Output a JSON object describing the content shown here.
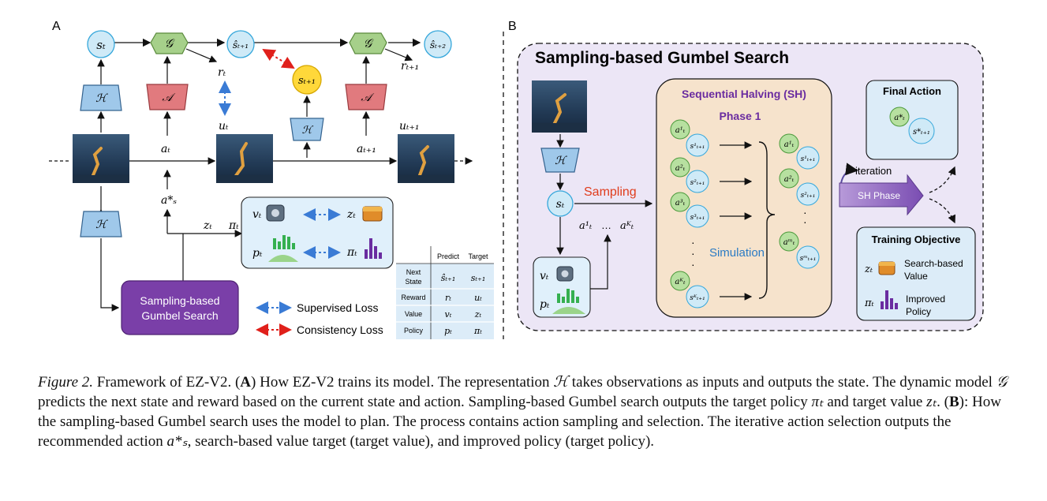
{
  "panel_a": {
    "letter": "A",
    "nodes": {
      "s_t": "sₜ",
      "s_hat_t1": "ŝₜ₊₁",
      "s_hat_t2": "ŝₜ₊₂",
      "s_t1": "sₜ₊₁",
      "G": "𝒢",
      "H": "ℋ",
      "A": "𝒜"
    },
    "labels": {
      "r_t": "rₜ",
      "r_t1": "rₜ₊₁",
      "u_t": "uₜ",
      "u_t1": "uₜ₊₁",
      "a_t": "aₜ",
      "a_t1": "aₜ₊₁",
      "a_s_star": "a*ₛ",
      "z_t": "zₜ",
      "pi_t": "πₜ"
    },
    "pair_box": {
      "v_t": "vₜ",
      "z_t": "zₜ",
      "p_t": "pₜ",
      "pi_t": "πₜ"
    },
    "search_box": [
      "Sampling-based",
      "Gumbel Search"
    ],
    "legend": {
      "supervised": "Supervised Loss",
      "consistency": "Consistency Loss",
      "supervised_color": "#3a7bd5",
      "consistency_color": "#e0201b"
    },
    "table": {
      "headers": [
        "",
        "Predict",
        "Target"
      ],
      "rows": [
        {
          "name": [
            "Next",
            "State"
          ],
          "predict": "ŝₜ₊₁",
          "target": "sₜ₊₁"
        },
        {
          "name": [
            "Reward"
          ],
          "predict": "rₜ",
          "target": "uₜ"
        },
        {
          "name": [
            "Value"
          ],
          "predict": "vₜ",
          "target": "zₜ"
        },
        {
          "name": [
            "Policy"
          ],
          "predict": "pₜ",
          "target": "πₜ"
        }
      ]
    }
  },
  "panel_b": {
    "letter": "B",
    "title": "Sampling-based Gumbel Search",
    "H": "ℋ",
    "s_t": "sₜ",
    "sampling": "Sampling",
    "a_1": "a¹ₜ",
    "dots": "…",
    "a_K": "aᴷₜ",
    "v_t": "vₜ",
    "p_t": "pₜ",
    "sh_title": "Sequential Halving (SH)",
    "phase": "Phase 1",
    "simulation": "Simulation",
    "left_pairs": [
      {
        "a": "a¹ₜ",
        "s": "s¹ₜ₊₁"
      },
      {
        "a": "a²ₜ",
        "s": "s²ₜ₊₁"
      },
      {
        "a": "a³ₜ",
        "s": "s³ₜ₊₁"
      },
      {
        "a": "aᴷₜ",
        "s": "sᴷₜ₊₁"
      }
    ],
    "right_pairs": [
      {
        "a": "a¹ₜ",
        "s": "s¹ₜ₊₁"
      },
      {
        "a": "a²ₜ",
        "s": "s²ₜ₊₁"
      },
      {
        "a": "aᵐₜ",
        "s": "sᵐₜ₊₁"
      }
    ],
    "iteration": "iteration",
    "sh_phase": "SH Phase",
    "final_action": {
      "title": "Final Action",
      "a": "a*ₜ",
      "s": "s*ₜ₊₁"
    },
    "training_objective": {
      "title": "Training Objective",
      "z_t": "zₜ",
      "search_value": [
        "Search-based",
        "Value"
      ],
      "pi_t": "πₜ",
      "improved_policy": [
        "Improved",
        "Policy"
      ]
    },
    "colors": {
      "outer_fill": "#ece6f6",
      "sh_fill": "#f6e3cc",
      "sh_title": "#6a2ca0",
      "sampling": "#e03c1c",
      "simulation": "#2b7bc4"
    }
  },
  "caption": {
    "figure": "Figure 2.",
    "title": " Framework of EZ-V2. (",
    "A": "A",
    "a_text": ") How EZ-V2 trains its model. The representation ",
    "H": "ℋ",
    "a_text2": " takes observations as inputs and outputs the state. The dynamic model ",
    "G": "𝒢",
    "a_text3": " predicts the next state and reward based on the current state and action. Sampling-based Gumbel search outputs the target policy ",
    "pi": "πₜ",
    "a_text4": " and target value ",
    "z": "zₜ",
    "a_text5": ". (",
    "B": "B",
    "b_text": "): How the sampling-based Gumbel search uses the model to plan. The process contains action sampling and selection. The iterative action selection outputs the recommended action ",
    "as": "a*ₛ",
    "b_text2": ", search-based value target (target value), and improved policy (target policy)."
  }
}
